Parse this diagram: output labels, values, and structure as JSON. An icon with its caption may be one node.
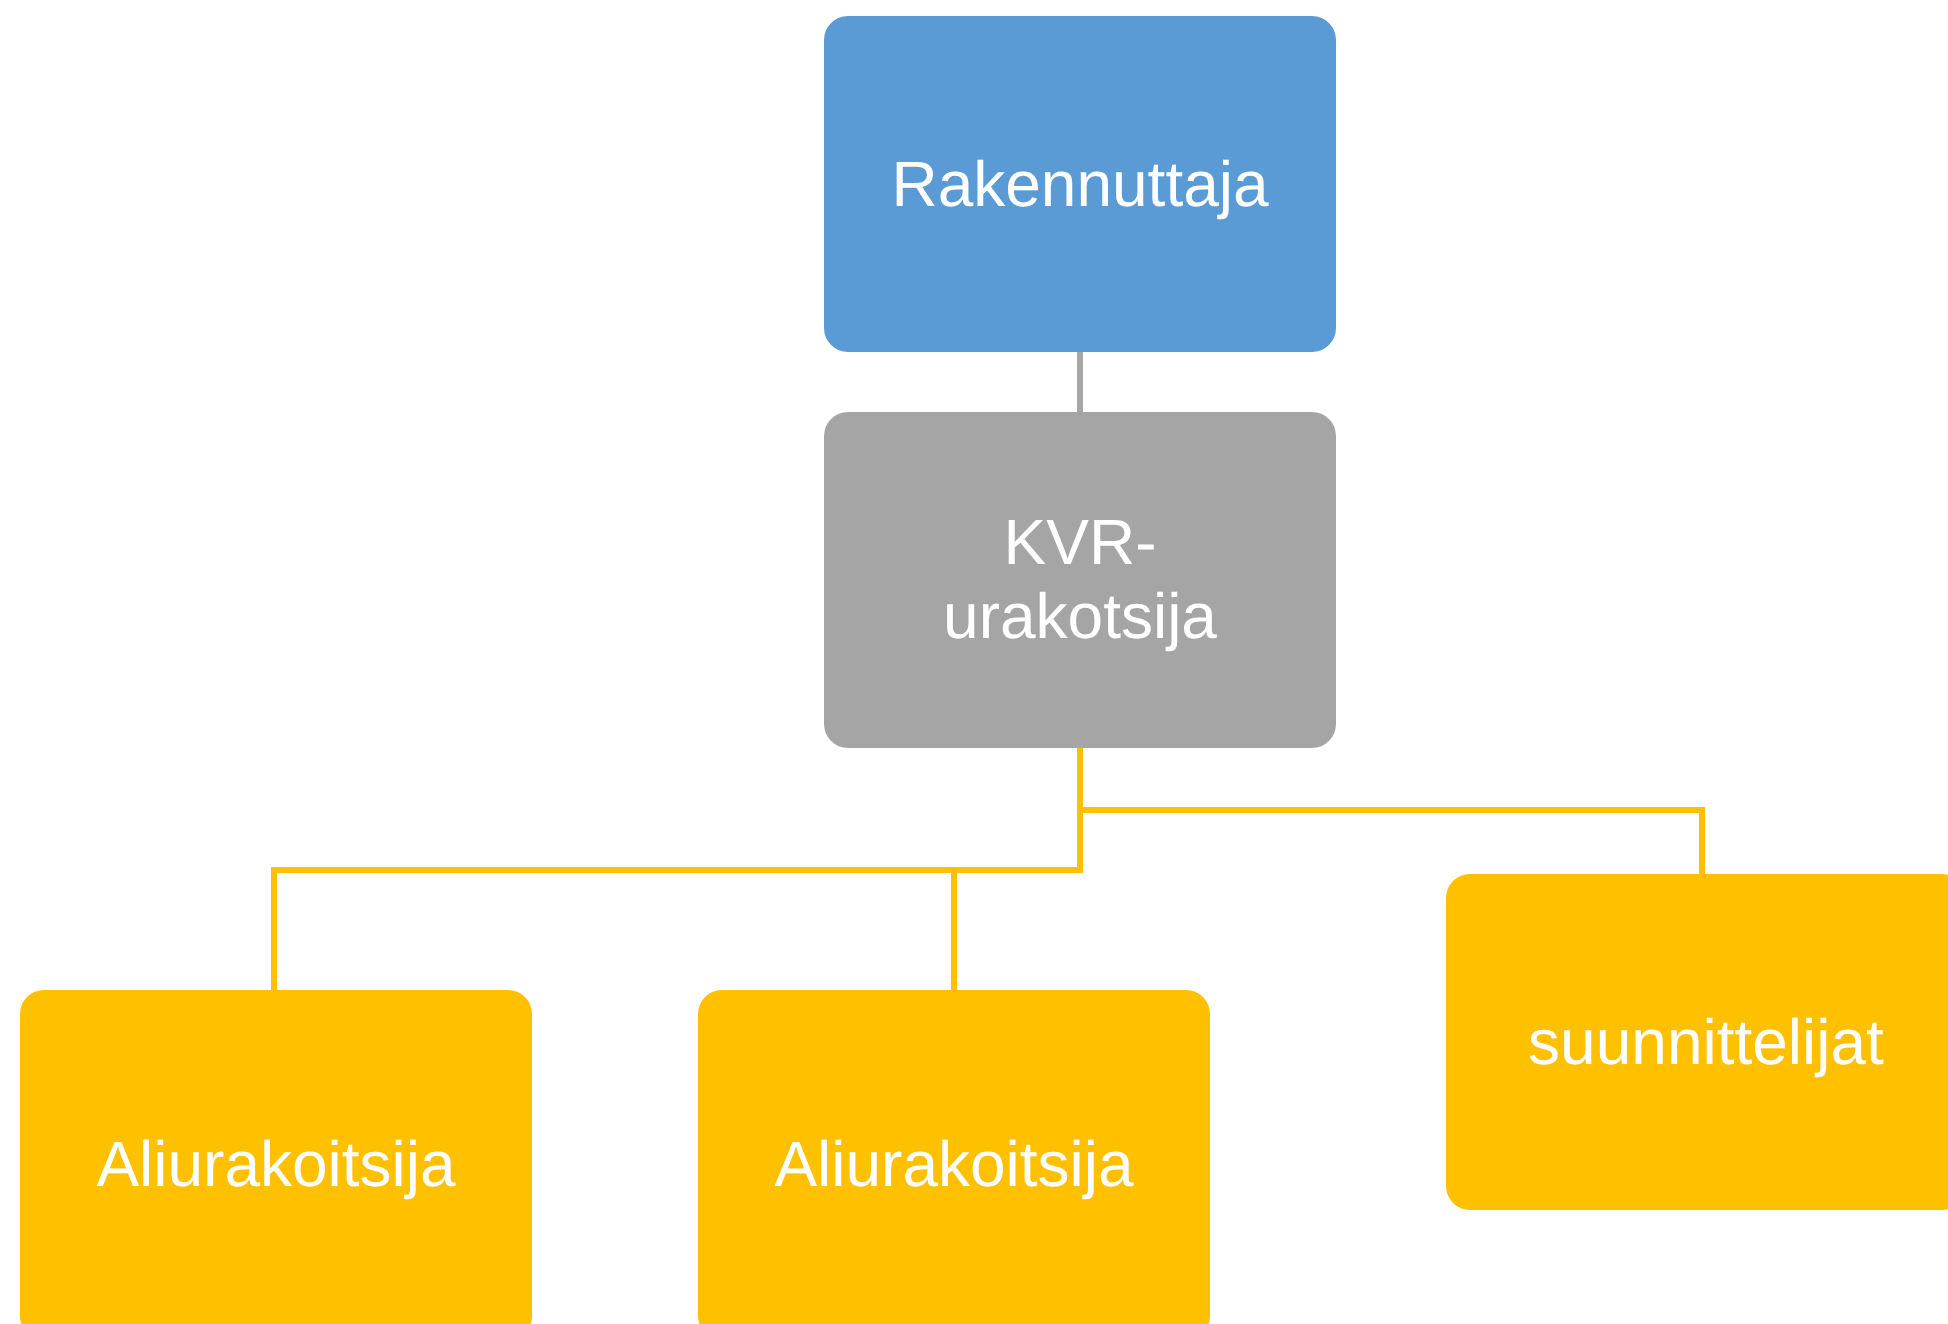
{
  "diagram": {
    "nodes": [
      {
        "text": [
          "Rakennuttaja"
        ]
      },
      {
        "text": [
          "KVR-urakotsija"
        ]
      },
      {
        "text": [
          "Aliurakoitsija"
        ]
      },
      {
        "text": [
          "Aliurakoitsija"
        ]
      },
      {
        "text": [
          "suunnittelijat"
        ]
      }
    ],
    "edges": [
      {
        "from": 0,
        "to": 1,
        "arrow": "none",
        "color": "#a5a5a5"
      },
      {
        "from": 1,
        "to": 2,
        "arrow": "none"
      },
      {
        "from": 1,
        "to": 3,
        "arrow": "none"
      },
      {
        "from": 1,
        "to": 4,
        "arrow": "none"
      }
    ]
  }
}
